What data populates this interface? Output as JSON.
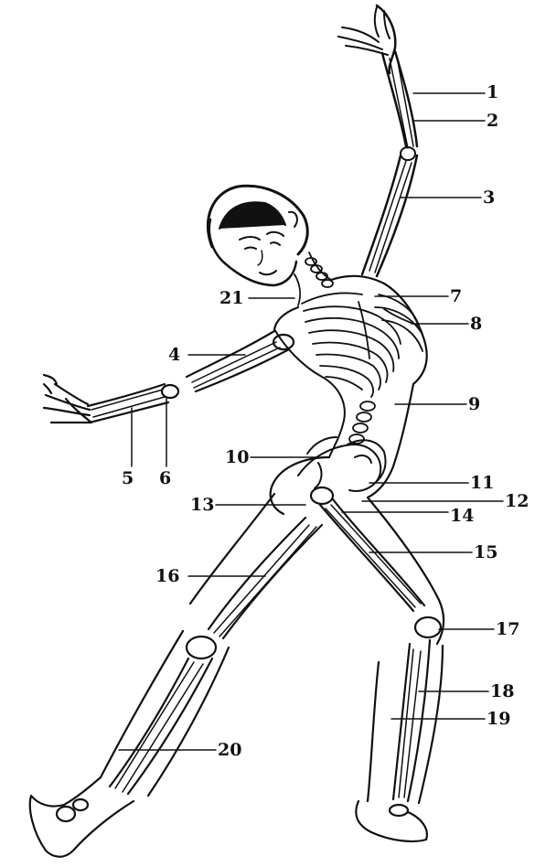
{
  "diagram": {
    "labels": [
      "1",
      "2",
      "3",
      "4",
      "5",
      "6",
      "7",
      "8",
      "9",
      "10",
      "11",
      "12",
      "13",
      "14",
      "15",
      "16",
      "17",
      "18",
      "19",
      "20",
      "21"
    ]
  },
  "colors": {
    "ink": "#111111",
    "background": "#ffffff"
  },
  "icons": {
    "figure": "dancing-skeleton-figure-icon"
  }
}
